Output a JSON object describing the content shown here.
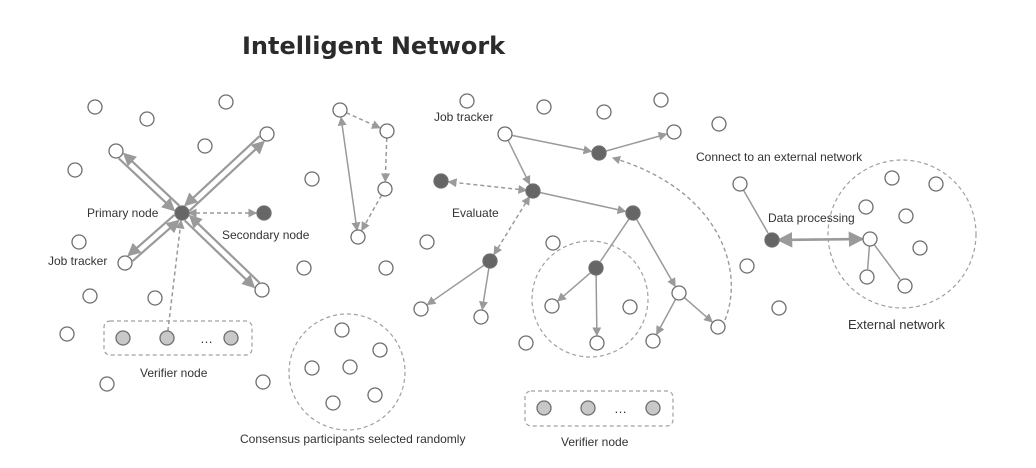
{
  "title": "Intelligent Network",
  "labels": {
    "primary_node": "Primary node",
    "secondary_node": "Secondary node",
    "job_tracker_left": "Job tracker",
    "verifier_node_left": "Verifier node",
    "consensus": "Consensus participants selected randomly",
    "job_tracker_mid": "Job tracker",
    "evaluate": "Evaluate",
    "verifier_node_mid": "Verifier node",
    "connect_external": "Connect to an external network",
    "data_processing": "Data processing",
    "external_network": "External network"
  },
  "ellipsis": "…",
  "colors": {
    "node_stroke": "#6e6e6e",
    "node_fill_open": "#ffffff",
    "node_fill_dark": "#666666",
    "node_fill_verifier": "#c8c8c8",
    "edge": "#9a9a9a",
    "dashed_boundary": "#a0a0a0"
  }
}
